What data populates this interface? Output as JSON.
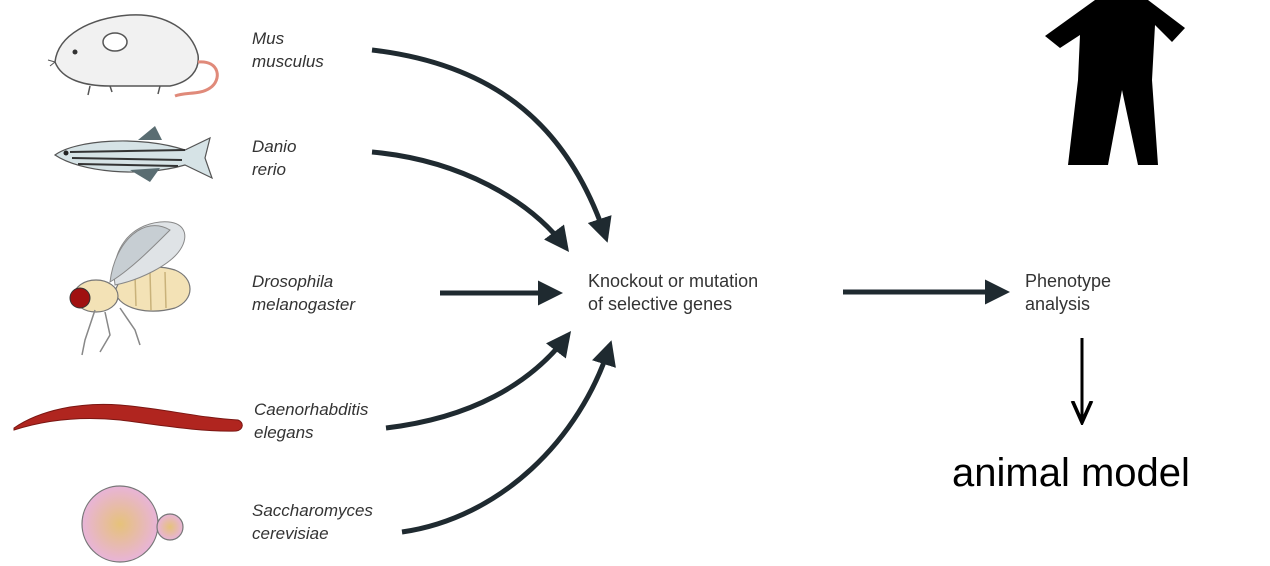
{
  "organisms": [
    {
      "name_line1": "Mus",
      "name_line2": "musculus",
      "icon": "mouse-icon"
    },
    {
      "name_line1": "Danio",
      "name_line2": "rerio",
      "icon": "zebrafish-icon"
    },
    {
      "name_line1": "Drosophila",
      "name_line2": "melanogaster",
      "icon": "fruit-fly-icon"
    },
    {
      "name_line1": "Caenorhabditis",
      "name_line2": "elegans",
      "icon": "nematode-worm-icon"
    },
    {
      "name_line1": "Saccharomyces",
      "name_line2": "cerevisiae",
      "icon": "yeast-cell-icon"
    }
  ],
  "center_node": {
    "line1": "Knockout or mutation",
    "line2": "of selective genes"
  },
  "result_node": {
    "line1": "Phenotype",
    "line2": "analysis"
  },
  "outcome_label": "animal model",
  "human_icon": "human-silhouette-icon",
  "colors": {
    "arrow": "#1f2a30",
    "worm": "#b0251f",
    "yeast": "#e8b4d8",
    "mouse_tail": "#e08a7a",
    "fly_eye": "#a01010",
    "human": "#000000"
  }
}
